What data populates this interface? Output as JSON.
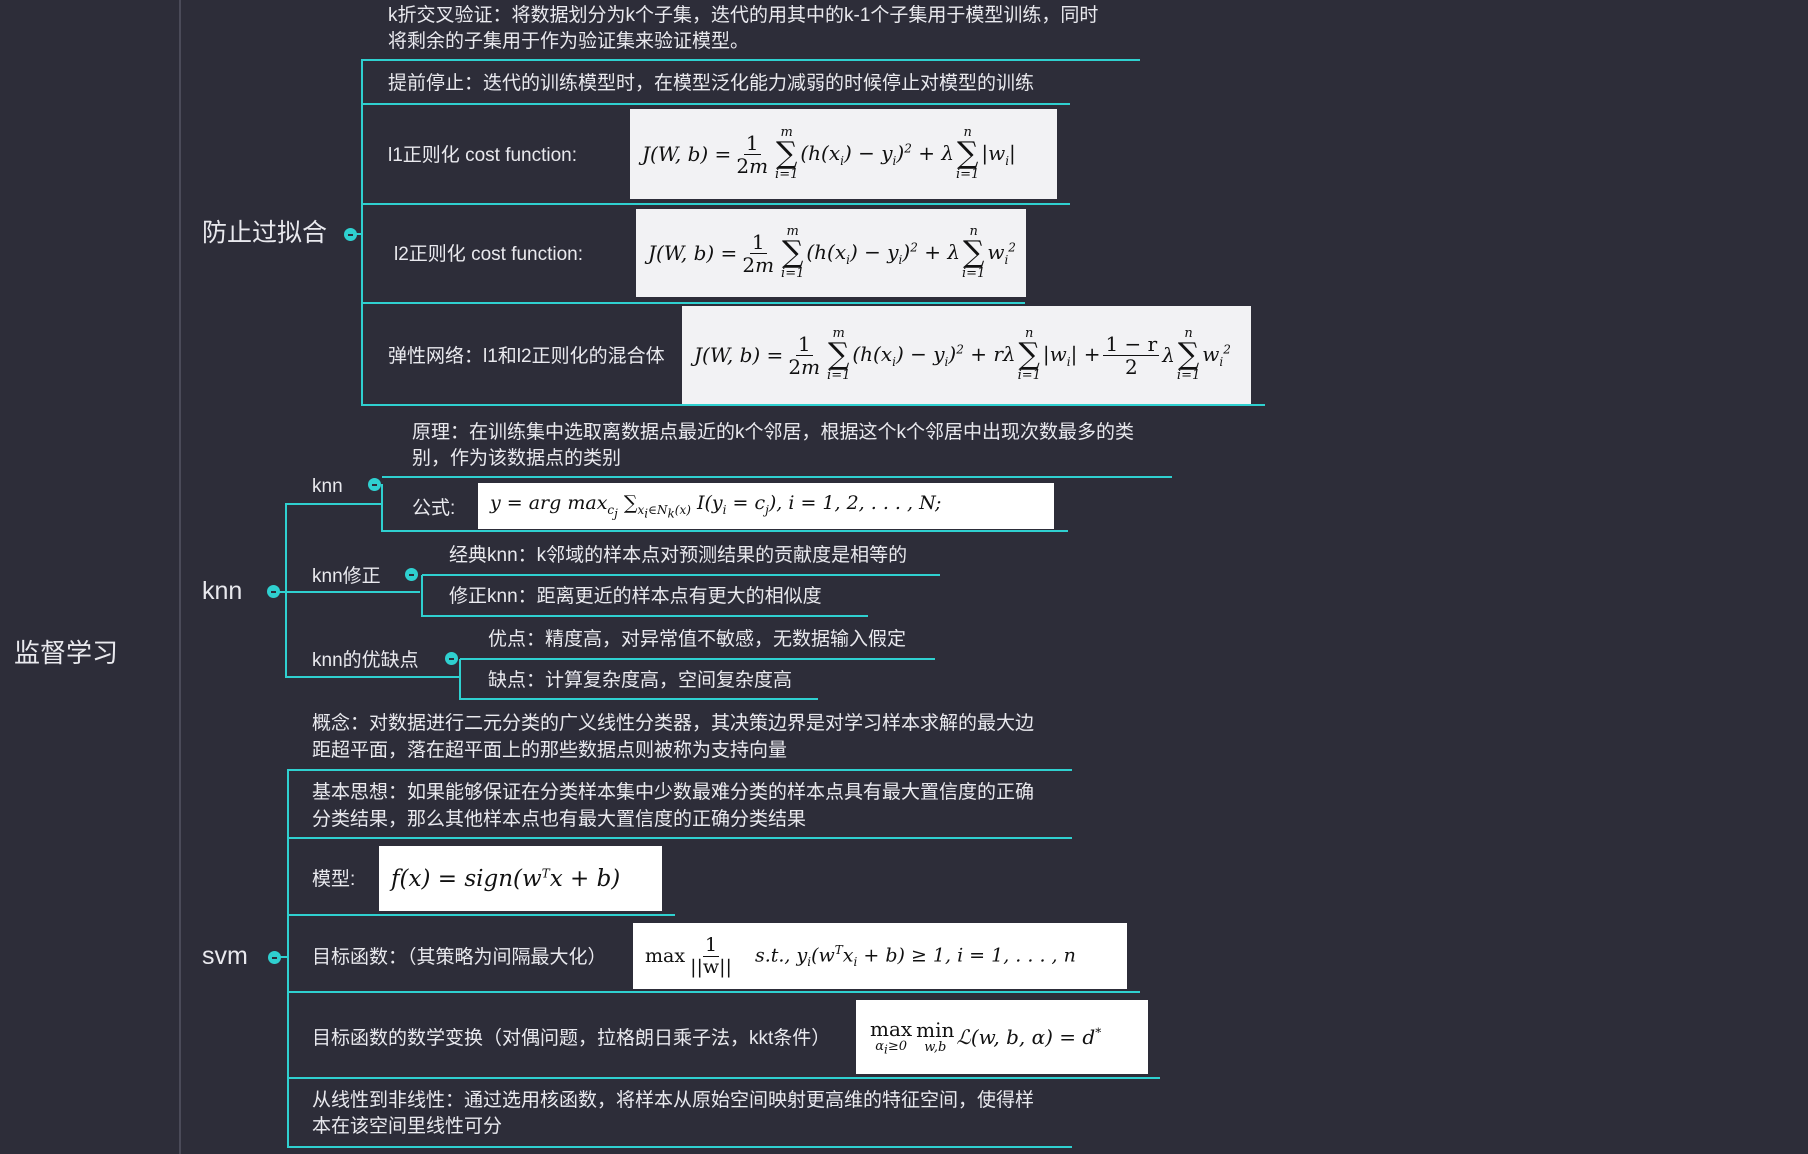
{
  "root": {
    "label": "监督学习"
  },
  "overfit": {
    "label": "防止过拟合",
    "kfold": "k折交叉验证：将数据划分为k个子集，迭代的用其中的k-1个子集用于模型训练，同时",
    "kfold_line2": "将剩余的子集用于作为验证集来验证模型。",
    "early_stop": "提前停止：迭代的训练模型时，在模型泛化能力减弱的时候停止对模型的训练",
    "l1_label": "l1正则化   cost function:",
    "l1_formula": "J(W,b) = 1/2m Σ_{i=1}^{m} (h(x_i) − y_i)^2 + λ Σ_{i=1}^{n} |w_i|",
    "l2_label": "l2正则化   cost function:",
    "l2_formula": "J(W,b) = 1/2m Σ_{i=1}^{m} (h(x_i) − y_i)^2 + λ Σ_{i=1}^{n} w_i^2",
    "elastic_label": "弹性网络：l1和l2正则化的混合体",
    "elastic_formula": "J(W,b) = 1/2m Σ_{i=1}^{m} (h(x_i) − y_i)^2 + rλ Σ_{i=1}^{n} |w_i| + (1−r)/2 λ Σ_{i=1}^{n} w_i^2"
  },
  "knn": {
    "label": "knn",
    "sub_knn": "knn",
    "principle": "原理：在训练集中选取离数据点最近的k个邻居，根据这个k个邻居中出现次数最多的类",
    "principle_line2": "别，作为该数据点的类别",
    "formula_label": "公式:",
    "formula": "y = arg max_{c_j} Σ_{x_i∈N_k(x)} I(y_i = c_j), i = 1, 2, . . . , N;",
    "fix": "knn修正",
    "classic": "经典knn：k邻域的样本点对预测结果的贡献度是相等的",
    "modified": "修正knn：距离更近的样本点有更大的相似度",
    "proscons": "knn的优缺点",
    "pros": "优点：精度高，对异常值不敏感，无数据输入假定",
    "cons": "缺点：计算复杂度高，空间复杂度高"
  },
  "svm": {
    "label": "svm",
    "concept": "概念：对数据进行二元分类的广义线性分类器，其决策边界是对学习样本求解的最大边",
    "concept_line2": "距超平面，落在超平面上的那些数据点则被称为支持向量",
    "idea": "基本思想：如果能够保证在分类样本集中少数最难分类的样本点具有最大置信度的正确",
    "idea_line2": "分类结果，那么其他样本点也有最大置信度的正确分类结果",
    "model_label": "模型:",
    "model_formula": "f(x) = sign(w^T x + b)",
    "objective_label": "目标函数：（其策略为间隔最大化）",
    "objective_formula": "max 1/||w||   s.t., y_i(w^T x_i + b) ≥ 1, i = 1, . . . , n",
    "dual_label": "目标函数的数学变换（对偶问题，拉格朗日乘子法，kkt条件）",
    "dual_formula": "max_{α_i≥0} min_{w,b} L(w, b, α) = d*",
    "kernel": "从线性到非线性：通过选用核函数，将样本从原始空间映射更高维的特征空间，使得样",
    "kernel_line2": "本在该空间里线性可分"
  },
  "colors": {
    "background": "#2d2d39",
    "connector": "#2fd0d0",
    "text": "#e9e9ee",
    "formula_bg": "#f2f2f4"
  }
}
